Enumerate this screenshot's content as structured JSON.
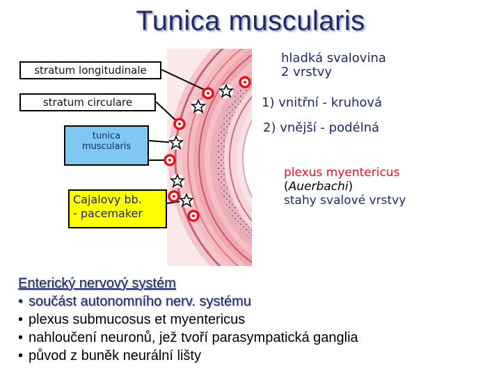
{
  "title": "Tunica muscularis",
  "labels": {
    "stratum_longitudinale": "stratum longitudinale",
    "stratum_circulare": "stratum circulare",
    "tunica_muscularis_line1": "tunica",
    "tunica_muscularis_line2": "muscularis",
    "cajal_line1": "Cajalovy bb.",
    "cajal_line2": "- pacemaker"
  },
  "right_text": {
    "smooth_muscle_line1": "hladká svalovina",
    "smooth_muscle_line2": "2 vrstvy",
    "inner_layer": "1) vnitřní - kruhová",
    "outer_layer": "2) vnější - podélná",
    "plexus_line1": "plexus myentericus",
    "plexus_line2a": "(",
    "plexus_line2_italic": "Auerbachi",
    "plexus_line2b": ")",
    "plexus_line3": "stahy svalové vrstvy"
  },
  "bottom": {
    "heading": "Enterický nervový systém",
    "items": [
      "součást autonomního nerv. systému",
      "plexus submucosus et myentericus",
      "nahloučení neuronů, jež tvoří parasympatická ganglia",
      "původ z buněk neurální lišty"
    ]
  },
  "colors": {
    "title": "#1f2a6b",
    "text_blue": "#1a2a6a",
    "marker_red": "#e8101a",
    "tunica_box": "#7ec8f2",
    "cajal_box": "#ffff00"
  },
  "icons": {
    "circle_marker": "red-ring-icon",
    "star_marker": "black-star-icon"
  }
}
